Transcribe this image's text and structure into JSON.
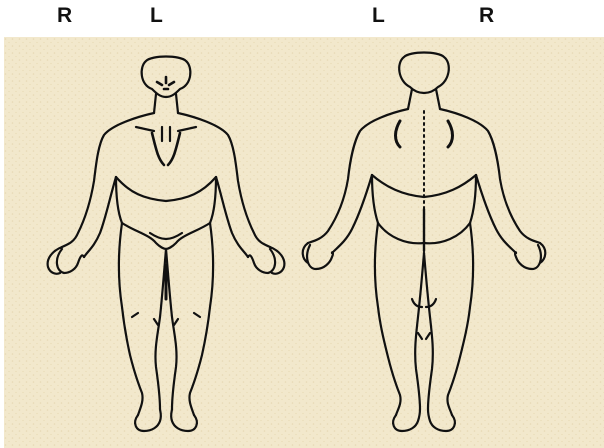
{
  "labels": {
    "front_right": "R",
    "front_left": "L",
    "back_left": "L",
    "back_right": "R"
  },
  "colors": {
    "paper": "#f2e8cc",
    "paper_speckle": "#e6d8b4",
    "ink": "#111111"
  }
}
